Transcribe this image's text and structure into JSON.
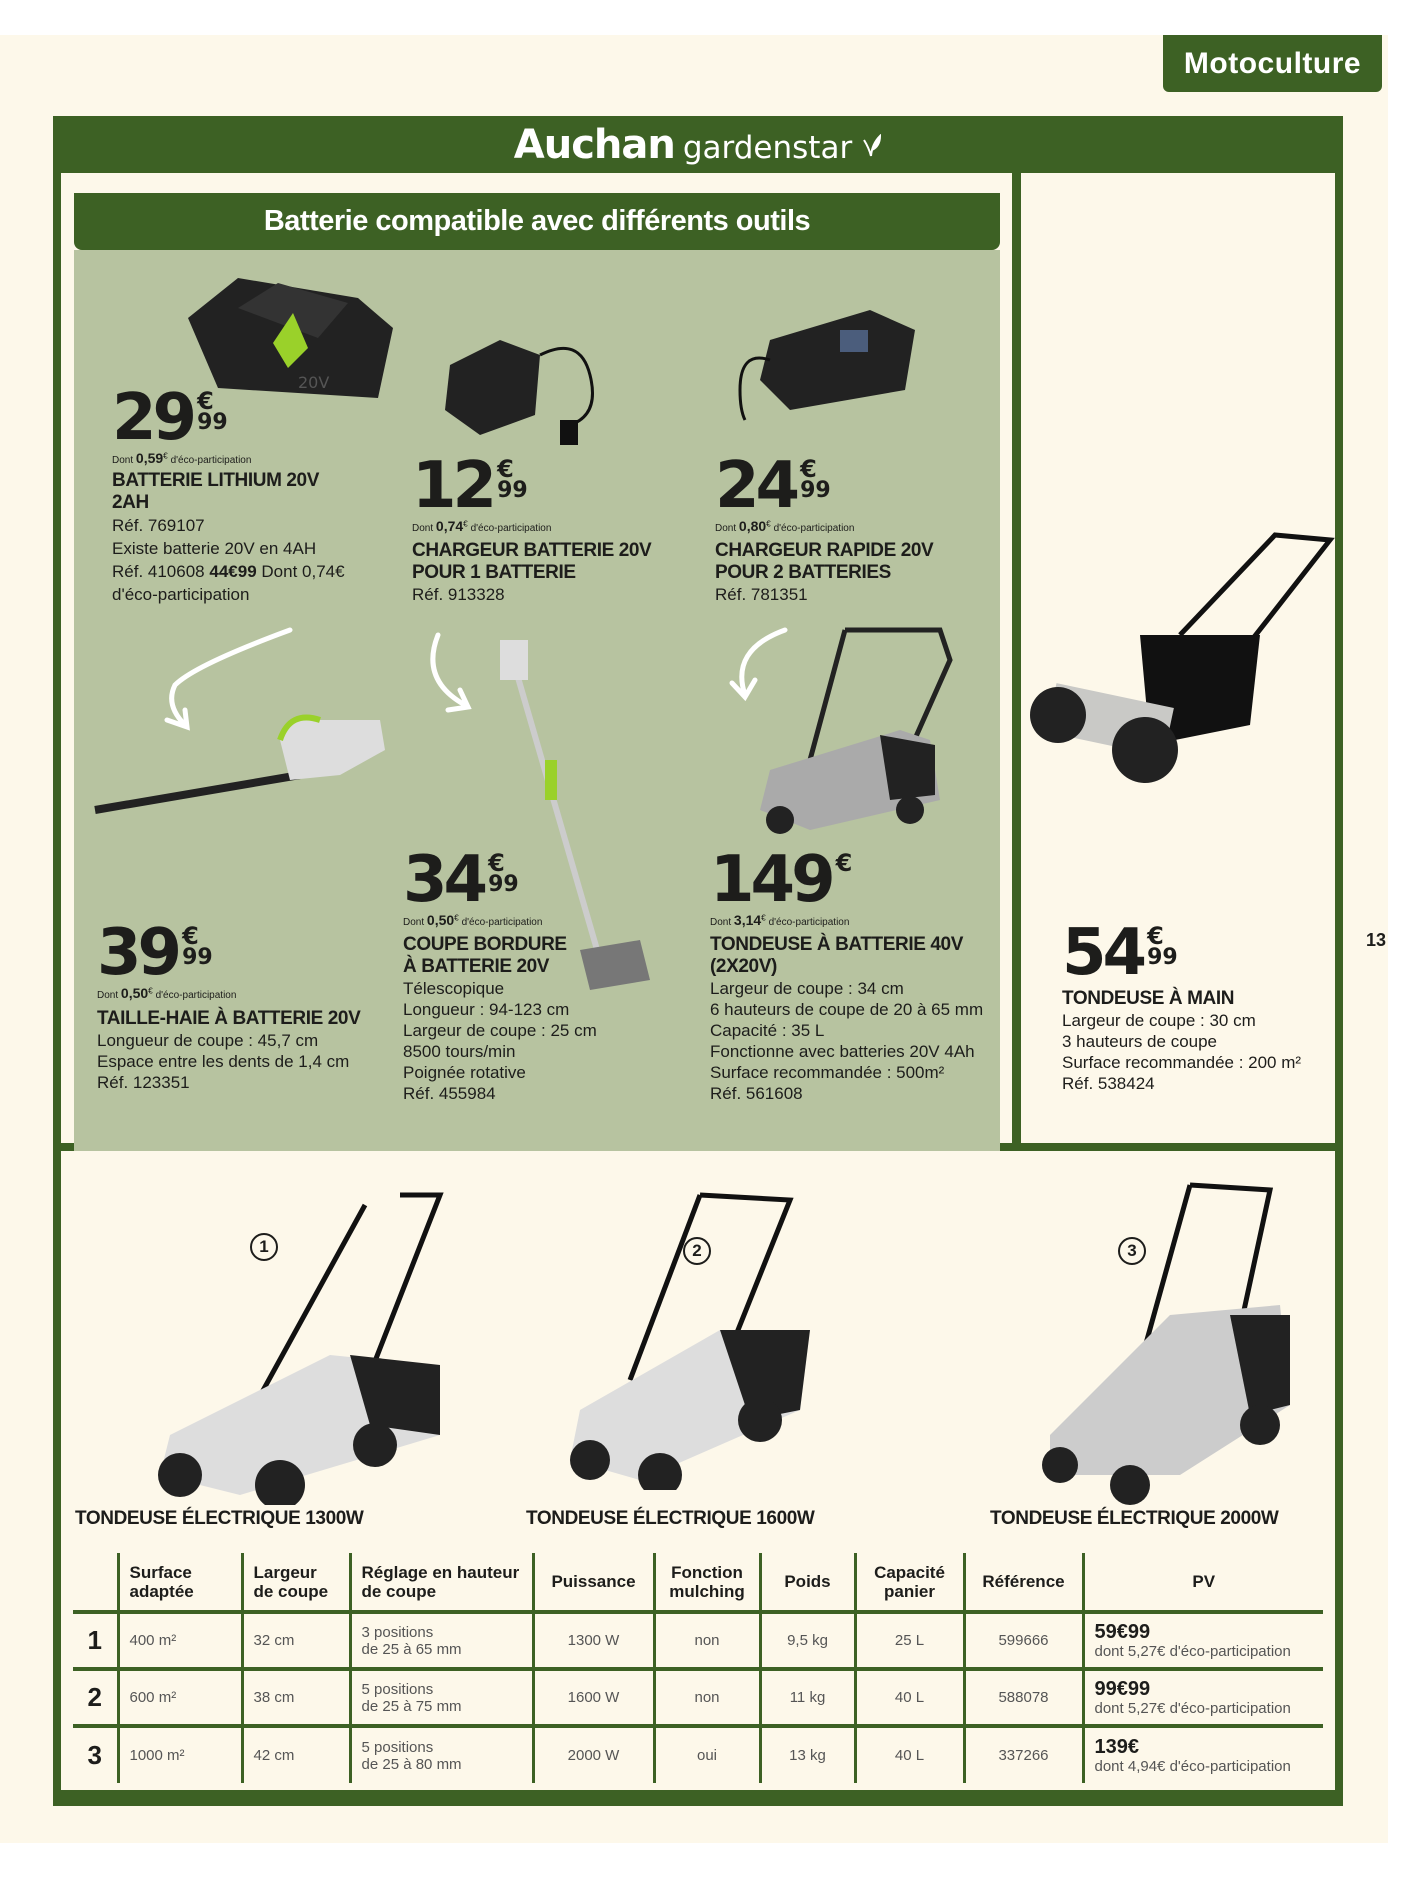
{
  "section_badge": "Motoculture",
  "brand": {
    "name": "Auchan",
    "sub": "gardenstar"
  },
  "banner_title": "Batterie compatible avec différents outils",
  "page_number": "13",
  "products": [
    {
      "id": "batterie",
      "price_int": "29",
      "price_cur": "€",
      "price_cents": "99",
      "eco_prefix": "Dont",
      "eco_amount": "0,59",
      "eco_cur": "€",
      "eco_suffix": "d'éco-participation",
      "name_l1": "BATTERIE LITHIUM 20V",
      "name_l2": "2AH",
      "lines": [
        "Réf. 769107",
        "Existe batterie 20V en 4AH"
      ],
      "extra_ref": "Réf. 410608",
      "extra_price": "44€99",
      "extra_eco": "Dont 0,74€",
      "extra_eco_l2": "d'éco-participation"
    },
    {
      "id": "chargeur-1",
      "price_int": "12",
      "price_cur": "€",
      "price_cents": "99",
      "eco_prefix": "Dont",
      "eco_amount": "0,74",
      "eco_cur": "€",
      "eco_suffix": "d'éco-participation",
      "name_l1": "CHARGEUR BATTERIE 20V",
      "name_l2": "POUR 1 BATTERIE",
      "lines": [
        "Réf. 913328"
      ]
    },
    {
      "id": "chargeur-2",
      "price_int": "24",
      "price_cur": "€",
      "price_cents": "99",
      "eco_prefix": "Dont",
      "eco_amount": "0,80",
      "eco_cur": "€",
      "eco_suffix": "d'éco-participation",
      "name_l1": "CHARGEUR RAPIDE 20V",
      "name_l2": "POUR 2 BATTERIES",
      "lines": [
        "Réf. 781351"
      ]
    },
    {
      "id": "taille-haie",
      "price_int": "39",
      "price_cur": "€",
      "price_cents": "99",
      "eco_prefix": "Dont",
      "eco_amount": "0,50",
      "eco_cur": "€",
      "eco_suffix": "d'éco-participation",
      "name_l1": "TAILLE-HAIE À BATTERIE 20V",
      "lines": [
        "Longueur de coupe : 45,7 cm",
        "Espace entre les dents de 1,4 cm",
        "Réf. 123351"
      ]
    },
    {
      "id": "coupe-bordure",
      "price_int": "34",
      "price_cur": "€",
      "price_cents": "99",
      "eco_prefix": "Dont",
      "eco_amount": "0,50",
      "eco_cur": "€",
      "eco_suffix": "d'éco-participation",
      "name_l1": "COUPE BORDURE",
      "name_l2": "À BATTERIE 20V",
      "lines": [
        "Télescopique",
        "Longueur : 94-123 cm",
        "Largeur de coupe : 25 cm",
        "8500 tours/min",
        "Poignée rotative",
        "Réf. 455984"
      ]
    },
    {
      "id": "tondeuse-batterie",
      "price_int": "149",
      "price_cur": "€",
      "price_cents": "",
      "eco_prefix": "Dont",
      "eco_amount": "3,14",
      "eco_cur": "€",
      "eco_suffix": "d'éco-participation",
      "name_l1": "TONDEUSE À BATTERIE 40V",
      "name_l2": "(2X20V)",
      "lines": [
        "Largeur de coupe : 34 cm",
        "6 hauteurs de coupe de 20 à 65 mm",
        "Capacité : 35 L",
        "Fonctionne avec batteries 20V 4Ah",
        "Surface recommandée : 500m²",
        "Réf. 561608"
      ]
    },
    {
      "id": "tondeuse-main",
      "price_int": "54",
      "price_cur": "€",
      "price_cents": "99",
      "name_l1": "TONDEUSE À MAIN",
      "lines": [
        "Largeur de coupe : 30 cm",
        "3 hauteurs de coupe",
        "Surface recommandée : 200 m²",
        "Réf. 538424"
      ]
    }
  ],
  "electric_mowers": [
    {
      "marker": "1",
      "title": "TONDEUSE ÉLECTRIQUE 1300W"
    },
    {
      "marker": "2",
      "title": "TONDEUSE ÉLECTRIQUE 1600W"
    },
    {
      "marker": "3",
      "title": "TONDEUSE ÉLECTRIQUE 2000W"
    }
  ],
  "specs_table": {
    "headers": [
      "",
      "Surface adaptée",
      "Largeur de coupe",
      "Réglage en hauteur de coupe",
      "Puissance",
      "Fonction mulching",
      "Poids",
      "Capacité panier",
      "Référence",
      "PV"
    ],
    "header_lines": {
      "surface": [
        "Surface",
        "adaptée"
      ],
      "largeur": [
        "Largeur",
        "de coupe"
      ],
      "reglage": [
        "Réglage en hauteur",
        "de coupe"
      ],
      "puissance": [
        "Puissance"
      ],
      "mulching": [
        "Fonction",
        "mulching"
      ],
      "poids": [
        "Poids"
      ],
      "capacite": [
        "Capacité",
        "panier"
      ],
      "reference": [
        "Référence"
      ],
      "pv": [
        "PV"
      ]
    },
    "rows": [
      {
        "num": "1",
        "surface": "400 m²",
        "largeur": "32 cm",
        "reglage_l1": "3 positions",
        "reglage_l2": "de 25 à 65 mm",
        "puissance": "1300 W",
        "mulching": "non",
        "poids": "9,5 kg",
        "capacite": "25 L",
        "reference": "599666",
        "pv_price": "59€99",
        "pv_eco": "dont 5,27€ d'éco-participation"
      },
      {
        "num": "2",
        "surface": "600 m²",
        "largeur": "38 cm",
        "reglage_l1": "5 positions",
        "reglage_l2": "de 25 à 75 mm",
        "puissance": "1600 W",
        "mulching": "non",
        "poids": "11 kg",
        "capacite": "40 L",
        "reference": "588078",
        "pv_price": "99€99",
        "pv_eco": "dont 5,27€ d'éco-participation"
      },
      {
        "num": "3",
        "surface": "1000 m²",
        "largeur": "42 cm",
        "reglage_l1": "5 positions",
        "reglage_l2": "de 25 à 80 mm",
        "puissance": "2000 W",
        "mulching": "oui",
        "poids": "13 kg",
        "capacite": "40 L",
        "reference": "337266",
        "pv_price": "139€",
        "pv_eco": "dont 4,94€ d'éco-participation"
      }
    ]
  },
  "colors": {
    "brand_green": "#3d6124",
    "panel_sage": "#b7c3a0",
    "page_cream": "#fdf8ea",
    "accent_lime": "#9ad12a"
  }
}
